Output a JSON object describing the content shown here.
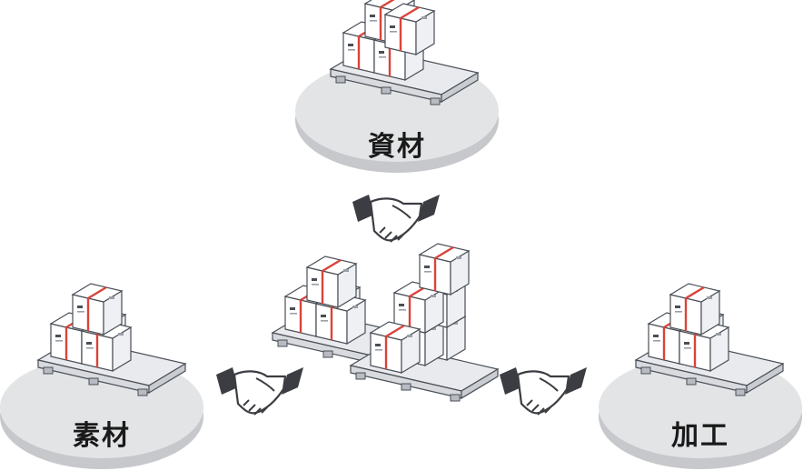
{
  "nodes": {
    "top": {
      "label": "資材"
    },
    "left": {
      "label": "素材"
    },
    "right": {
      "label": "加工"
    }
  },
  "colors": {
    "platform_top": "#e3e4e6",
    "platform_edge": "#c7c8cb",
    "box_face": "#ffffff",
    "box_shade": "#eef0f3",
    "outline": "#4a4f57",
    "tape": "#d9433a",
    "pallet": "#dfe1e4",
    "handshake_dark": "#3b3d42"
  },
  "icons": [
    "pallet-boxes-icon",
    "handshake-icon"
  ]
}
